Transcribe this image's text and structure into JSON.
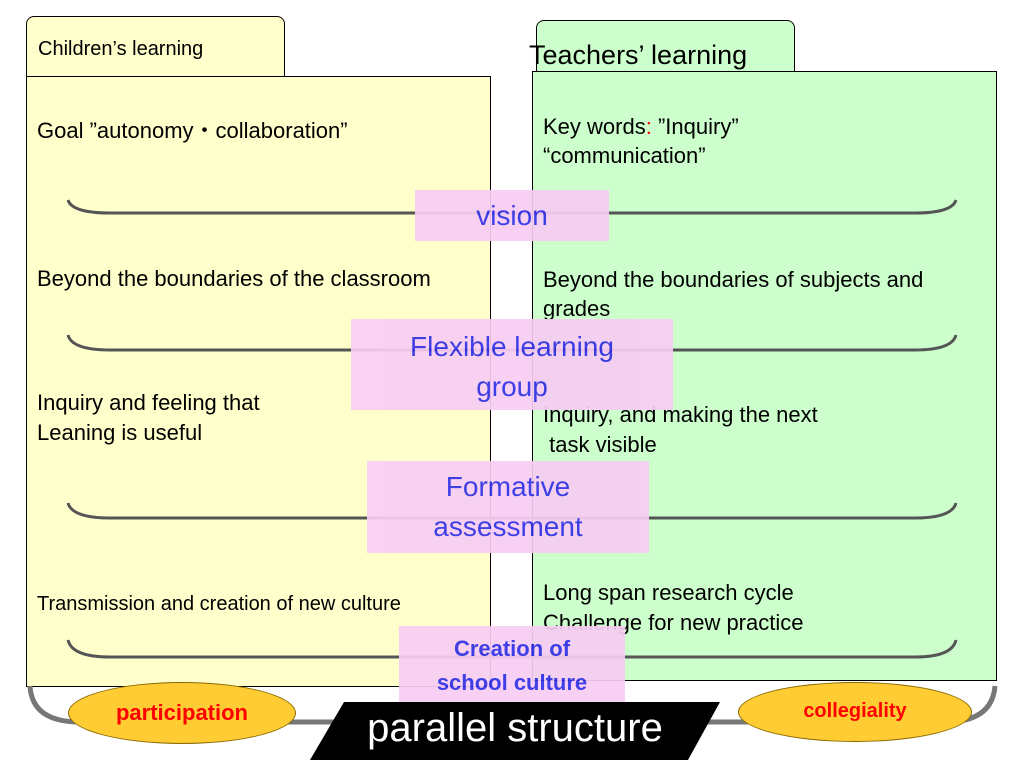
{
  "children": {
    "tab_label": "Children’s learning",
    "goal": "Goal ”autonomy・collaboration”",
    "beyond": "Beyond the boundaries of the classroom",
    "inquiry_line1": "Inquiry and feeling that",
    "inquiry_line2": "Leaning is useful",
    "transmission": "Transmission and creation of new culture"
  },
  "teachers": {
    "tab_label": "Teachers’ learning",
    "keywords_label": "Key words",
    "keywords_colon": ":",
    "keywords_inquiry": " ”Inquiry”",
    "keywords_communication": "“communication”",
    "beyond_line1": "Beyond the boundaries of subjects and",
    "beyond_line2": "grades",
    "inquiry_line1": "Inquiry, and making the next",
    "inquiry_line2": " task visible",
    "research_line1": "Long span research cycle",
    "research_line2": "Challenge for new practice"
  },
  "bridges": {
    "vision": "vision",
    "flexible_line1": "Flexible learning",
    "flexible_line2": "group",
    "formative_line1": "Formative",
    "formative_line2": "assessment",
    "creation_line1": "Creation of",
    "creation_line2": "school culture"
  },
  "footer": {
    "participation": "participation",
    "collegiality": "collegiality",
    "parallel_structure": "parallel structure"
  },
  "colors": {
    "children_bg": "#ffffcc",
    "teachers_bg": "#ccffcc",
    "bridge_bg": "#f8cdf4",
    "bridge_text": "#2f2fe6",
    "oval_fill": "#ffcc33",
    "oval_text": "#ff0000",
    "banner_bg": "#000000",
    "banner_text": "#ffffff"
  }
}
